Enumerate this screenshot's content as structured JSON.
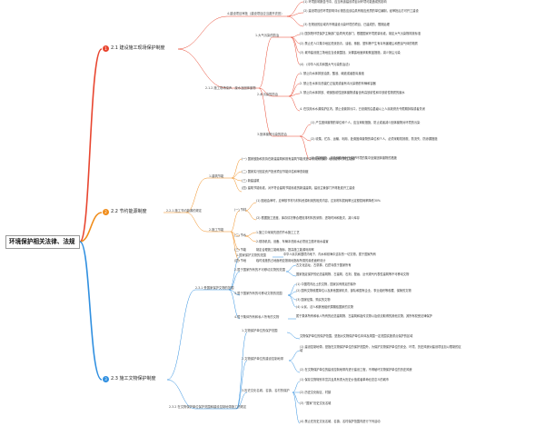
{
  "root": {
    "label": "环境保护相关法律、法规"
  },
  "branches": [
    {
      "num": "1",
      "label": "2.1 建设施工现场保护制度",
      "color": "#e8452f"
    },
    {
      "num": "2",
      "label": "2.2 节约能源制度",
      "color": "#f08c1a"
    },
    {
      "num": "3",
      "label": "2.3 施工文物保护制度",
      "color": "#2f8fe0"
    }
  ],
  "b1": {
    "n1": "4.建设项目审批（建设项目应当避开农田）",
    "n2": "2.1.2 施工现场噪声、废水及固体废物",
    "leaf_top_a": "(1) 环境影响报告书中，应当有该建设项目对环境可能造成的影响",
    "leaf_top_b": "(2) 建设项目的环境影响评价报告应该由具有相应资质的单位编制，经审批后方可开工建设",
    "leaf_top_c": "(3) 在规划的区域内不得建设污染环境的项目，已建成的，限期治理",
    "n_air": "1.大气污染的防治",
    "air_a": "(1) 国务院环境保护主管部门会同有关部门，根据国家环境质量标准，制定大气污染物排放标准",
    "air_b": "(2) 禁止在人口集中地区焚烧沥青、油毡、橡胶、塑料等产生有毒有害烟尘和恶臭气体的物质",
    "air_c": "(3) 城市建设施工场地应当设置围挡，对裸露地面采取覆盖措施，减少扬尘污染",
    "air_d": "(4) 《中华人民共和国大气污染防治法》",
    "n_water": "2.水污染的防治",
    "water_a": "1. 禁止向水体排放油类、酸液、碱液或者剧毒废液",
    "water_b": "2. 禁止在水体清洗装贮过油类或者有毒污染物的车辆和容器",
    "water_c": "3. 禁止向水体排放、倾倒放射性固体废物或者含有高放射性和中放射性物质的废水",
    "water_d": "4. 在饮用水水源保护区内，禁止设置排污口，已设置的由县级以上人民政府责令限期拆除或者关闭",
    "n_noise": "3.固体废物污染的防治",
    "noise_a": "(1) 产生固体废物的单位和个人，应当采取措施，防止或者减少固体废物对环境的污染",
    "noise_b": "(2) 收集、贮存、运输、利用、处置固体废物的单位和个人，必须采取防扬散、防流失、防渗漏措施",
    "noise_c": "(3) 国家鼓励、支持采取有利于保护环境的集中处置固体废物的措施"
  },
  "b2": {
    "n1": "2.2.1 施工节约能源的规定",
    "n_build": "1.建筑节能",
    "build_a": "(一) 国家鼓励和扶持在新建建筑和既有建筑节能改造中采用太阳能、地热能等可再生能源",
    "build_b": "(二) 国家实行固定资产投资项目节能评估和审查制度",
    "build_c": "(三) 新建建筑",
    "build_d": "(四) 建筑节能标准，对不符合建筑节能标准的新建建筑，建设主管部门不得批准开工建设",
    "n_site": "2.施工节能",
    "site_a": "(一) 节材",
    "site_a1": "(1) 图纸会审时，应审核节材与材料资源利用的相关内容，达到材料损耗率比定额损耗率降低30%",
    "site_a2": "(2) 根据施工进度、库存情况等合理安排材料的采购、进场时间和批次，减少库存",
    "site_b": "(二) 节水",
    "site_b1": "1.施工中采用先进的节水施工工艺",
    "site_b2": "2.现场机具、设备、车辆冲洗用水必须设立循环用水装置",
    "site_c": "(三) 节能",
    "site_c1": "制定合理施工能耗指标，提高施工能源利用率",
    "site_d": "(四) 节地",
    "site_d1": "临时设施的占地面积应按用地指标所需的最低面积设计"
  },
  "b3": {
    "n1": "2.3.1 受国家保护文物的范围",
    "n2": "2.3.2 在文物保护单位保护范围和建设控制地带施工的规定",
    "r1": "1.国家保护文物的范围",
    "r2": "2.属于国家所有的不可移动文物的范围",
    "r3": "3.属于国家所有的可移动文物的范围",
    "r4": "4.属于集体所有和私人所有的文物",
    "r1_a": "中华人民共和国境内地下、内水和领海中遗存的一切文物，属于国家所有",
    "r2_a": "古文化遗址、古墓葬、石窟寺属于国家所有",
    "r2_b": "国家指定保护的纪念建筑物、古建筑、石刻、壁画、近代现代代表性建筑等不可移动文物",
    "r3_a": "(1) 中国境内出土的文物，国家另有规定的除外",
    "r3_b": "(2) 国有文物收藏单位以及其他国家机关、部队和国有企业、事业组织等收藏、保管的文物",
    "r3_c": "(3) 国家征集、购买的文物",
    "r3_d": "(4) 公民、法人和其他组织捐赠给国家的文物",
    "r4_a": "属于集体所有和私人所有的纪念建筑物、古建筑和祖传文物以及依法取得的其他文物，其所有权受法律保护",
    "s1": "1.文物保护单位的保护范围",
    "s1_a": "文物保护单位的保护范围，是指对文物保护单位本体及周围一定范围实施重点保护的区域",
    "s2": "2.文物保护单位的建设控制地带",
    "s2_a": "(1) 建设控制地带，是指在文物保护单位的保护范围外，为保护文物保护单位的安全、环境、历史风貌对建设项目加以限制的区域",
    "s2_b": "(2) 在文物保护单位的建设控制地带内进行建设工程，不得破坏文物保护单位的历史风貌",
    "s3": "3.历史文化名城、名镇、名村的保护",
    "s3_a": "(1) 保存文物特别丰富并且具有重大历史价值或者革命纪念意义的城市",
    "s3_b": "(2) 历史文化街区、村镇",
    "s3_c": "(3) “国家”历史文化名城",
    "s3_d": "(4) 禁止在历史文化名城、名镇、名村保护范围内进行下列活动"
  }
}
